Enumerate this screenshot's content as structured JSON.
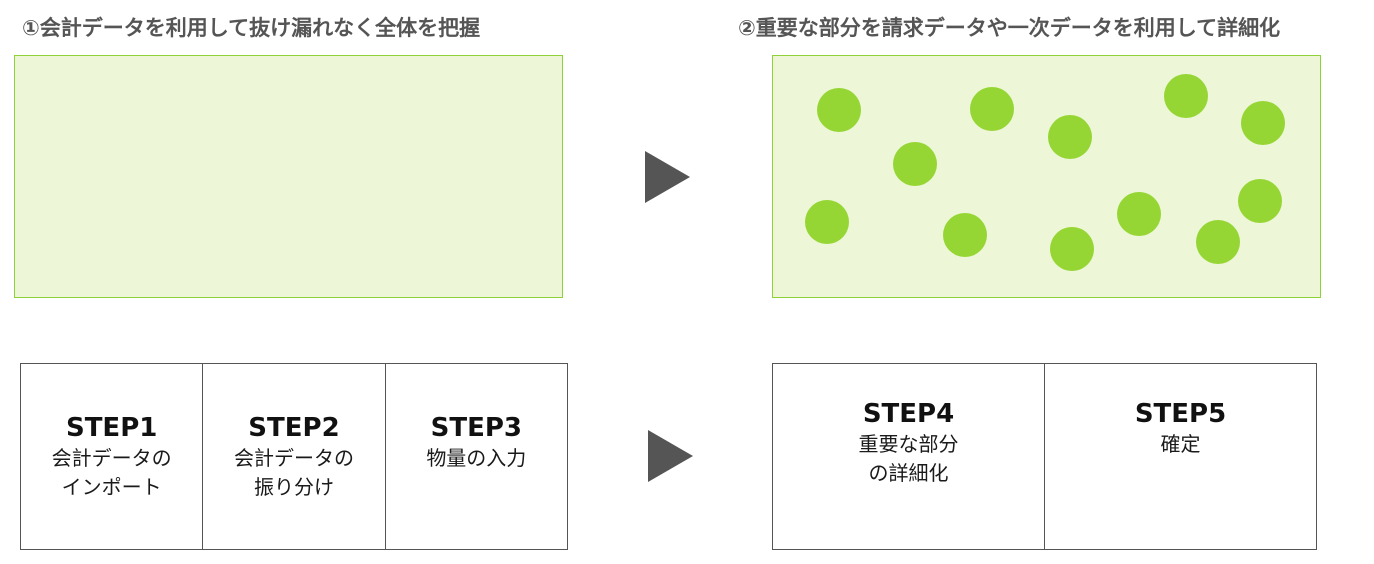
{
  "headings": {
    "left": "①会計データを利用して抜け漏れなく全体を把握",
    "right": "②重要な部分を請求データや一次データを利用して詳細化"
  },
  "colors": {
    "panel_fill": "#edf7d8",
    "panel_border": "#8fd138",
    "dot": "#96d634",
    "arrow": "#555555",
    "heading_text": "#555555"
  },
  "steps": [
    {
      "title": "STEP1",
      "desc_line1": "会計データの",
      "desc_line2": "インポート"
    },
    {
      "title": "STEP2",
      "desc_line1": "会計データの",
      "desc_line2": "振り分け"
    },
    {
      "title": "STEP3",
      "desc_line1": "物量の入力",
      "desc_line2": ""
    },
    {
      "title": "STEP4",
      "desc_line1": "重要な部分",
      "desc_line2": "の詳細化"
    },
    {
      "title": "STEP5",
      "desc_line1": "確定",
      "desc_line2": ""
    }
  ]
}
